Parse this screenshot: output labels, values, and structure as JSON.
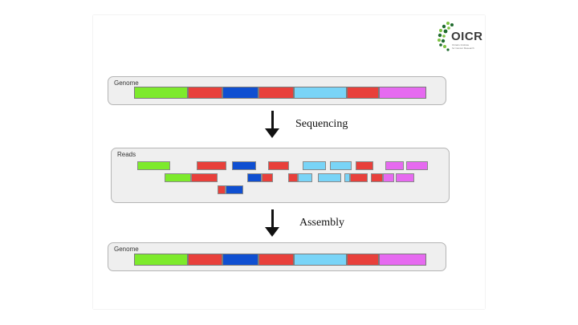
{
  "logo": {
    "text": "OICR",
    "subtitle_lines": [
      "Ontario Institute",
      "for Cancer Research"
    ],
    "dot_colors": [
      "#1f6b2e",
      "#7dc242"
    ]
  },
  "genome_top": {
    "label": "Genome",
    "segments": [
      {
        "color": "#7dea2c",
        "length": 67
      },
      {
        "color": "#e8403b",
        "length": 43
      },
      {
        "color": "#0f4fd1",
        "length": 45
      },
      {
        "color": "#e8403b",
        "length": 44
      },
      {
        "color": "#79d4f7",
        "length": 66
      },
      {
        "color": "#e8403b",
        "length": 40
      },
      {
        "color": "#e66af0",
        "length": 59
      }
    ]
  },
  "arrow_1": {
    "label": "Sequencing"
  },
  "reads": {
    "label": "Reads",
    "rows": [
      [
        {
          "color": "#7dea2c",
          "start": 0,
          "length": 41
        },
        {
          "color": "#e8403b",
          "start": 74,
          "length": 37
        },
        {
          "color": "#0f4fd1",
          "start": 118,
          "length": 30
        },
        {
          "color": "#e8403b",
          "start": 163,
          "length": 26
        },
        {
          "color": "#79d4f7",
          "start": 206,
          "length": 29
        },
        {
          "color": "#79d4f7",
          "start": 240,
          "length": 27
        },
        {
          "color": "#e8403b",
          "start": 272,
          "length": 22
        },
        {
          "color": "#e66af0",
          "start": 309,
          "length": 23
        },
        {
          "color": "#e66af0",
          "start": 335,
          "length": 27
        }
      ],
      [
        {
          "color": "#7dea2c",
          "start": 34,
          "length": 33
        },
        {
          "color": "#e8403b",
          "start": 67,
          "length": 33
        },
        {
          "color": "#0f4fd1",
          "start": 137,
          "length": 18
        },
        {
          "color": "#e8403b",
          "start": 155,
          "length": 14
        },
        {
          "color": "#e8403b",
          "start": 188,
          "length": 12
        },
        {
          "color": "#79d4f7",
          "start": 200,
          "length": 18
        },
        {
          "color": "#79d4f7",
          "start": 225,
          "length": 29
        },
        {
          "color": "#79d4f7",
          "start": 258,
          "length": 7
        },
        {
          "color": "#e8403b",
          "start": 265,
          "length": 22
        },
        {
          "color": "#e8403b",
          "start": 291,
          "length": 15
        },
        {
          "color": "#e66af0",
          "start": 306,
          "length": 14
        },
        {
          "color": "#e66af0",
          "start": 322,
          "length": 23
        }
      ],
      [
        {
          "color": "#e8403b",
          "start": 100,
          "length": 10
        },
        {
          "color": "#0f4fd1",
          "start": 110,
          "length": 22
        }
      ]
    ]
  },
  "arrow_2": {
    "label": "Assembly"
  },
  "genome_bottom": {
    "label": "Genome",
    "segments": [
      {
        "color": "#7dea2c",
        "length": 67
      },
      {
        "color": "#e8403b",
        "length": 43
      },
      {
        "color": "#0f4fd1",
        "length": 45
      },
      {
        "color": "#e8403b",
        "length": 44
      },
      {
        "color": "#79d4f7",
        "length": 66
      },
      {
        "color": "#e8403b",
        "length": 40
      },
      {
        "color": "#e66af0",
        "length": 59
      }
    ]
  }
}
